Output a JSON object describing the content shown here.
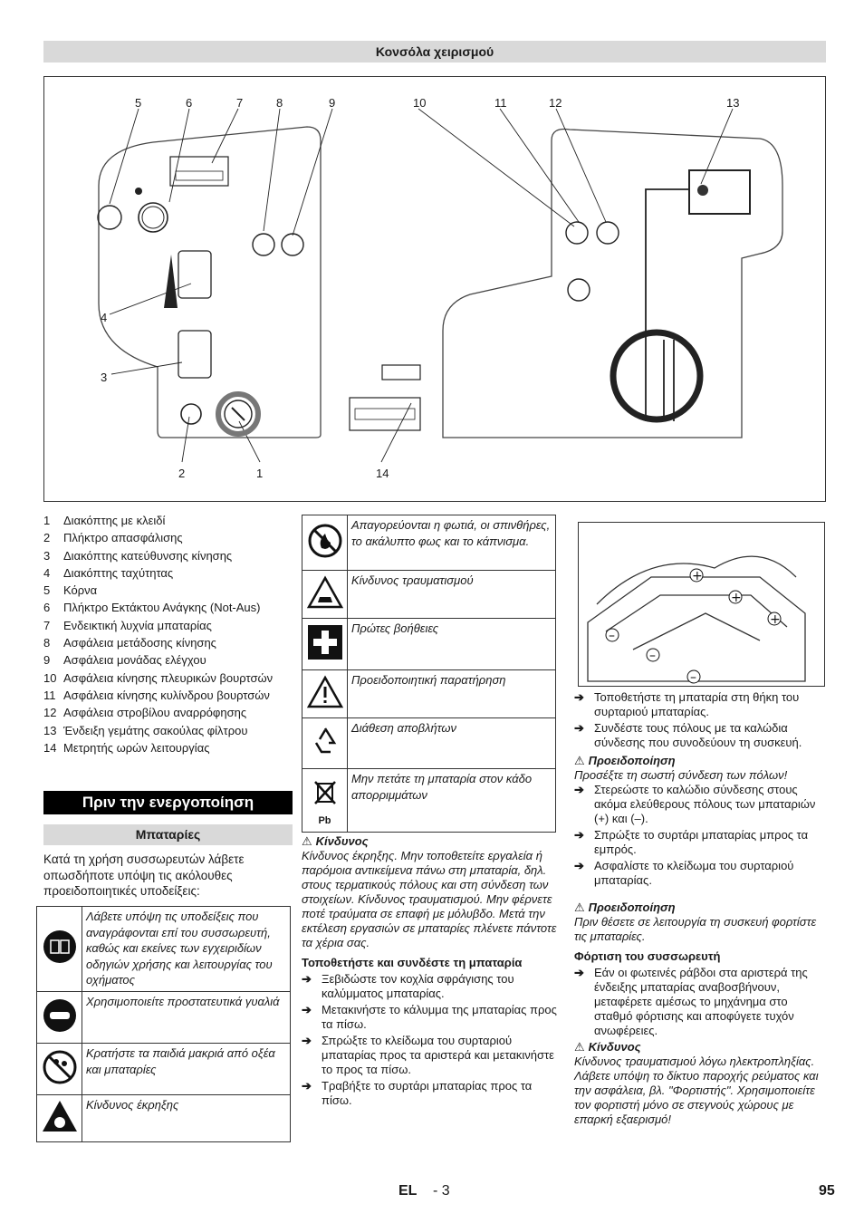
{
  "header": {
    "title": "Κονσόλα χειρισμού"
  },
  "diagram": {
    "callouts": [
      "5",
      "6",
      "7",
      "8",
      "9",
      "10",
      "11",
      "12",
      "13",
      "4",
      "3",
      "2",
      "1",
      "14"
    ]
  },
  "legend": [
    {
      "n": "1",
      "t": "Διακόπτης με κλειδί"
    },
    {
      "n": "2",
      "t": "Πλήκτρο απασφάλισης"
    },
    {
      "n": "3",
      "t": "Διακόπτης κατεύθυνσης κίνησης"
    },
    {
      "n": "4",
      "t": "Διακόπτης ταχύτητας"
    },
    {
      "n": "5",
      "t": "Κόρνα"
    },
    {
      "n": "6",
      "t": "Πλήκτρο Εκτάκτου Ανάγκης (Not-Aus)"
    },
    {
      "n": "7",
      "t": "Ενδεικτική λυχνία μπαταρίας"
    },
    {
      "n": "8",
      "t": "Ασφάλεια μετάδοσης κίνησης"
    },
    {
      "n": "9",
      "t": "Ασφάλεια μονάδας ελέγχου"
    },
    {
      "n": "10",
      "t": "Ασφάλεια κίνησης πλευρικών βουρτσών"
    },
    {
      "n": "11",
      "t": "Ασφάλεια κίνησης κυλίνδρου βουρτσών"
    },
    {
      "n": "12",
      "t": "Ασφάλεια στροβίλου αναρρόφησης"
    },
    {
      "n": "13",
      "t": "Ένδειξη γεμάτης σακούλας φίλτρου"
    },
    {
      "n": "14",
      "t": "Μετρητής ωρών λειτουργίας"
    }
  ],
  "section": {
    "title": "Πριν την ενεργοποίηση",
    "subtitle": "Μπαταρίες",
    "intro": "Κατά τη χρήση συσσωρευτών λάβετε οπωσδήποτε υπόψη τις ακόλουθες προειδοποιητικές υποδείξεις:"
  },
  "table1": [
    {
      "icon": "manual-icon",
      "t": "Λάβετε υπόψη τις υποδείξεις που αναγράφονται επί του συσσωρευτή, καθώς και εκείνες των εγχειριδίων οδηγιών χρήσης και λειτουργίας του οχήματος"
    },
    {
      "icon": "goggles-icon",
      "t": "Χρησιμοποιείτε προστατευτικά γυαλιά"
    },
    {
      "icon": "keep-children-away-icon",
      "t": "Κρατήστε τα παιδιά μακριά από οξέα και μπαταρίες"
    },
    {
      "icon": "explosion-icon",
      "t": "Κίνδυνος έκρηξης"
    }
  ],
  "table2": [
    {
      "icon": "no-fire-icon",
      "t": "Απαγορεύονται η φωτιά, οι σπινθήρες, το ακάλυπτο φως και το κάπνισμα."
    },
    {
      "icon": "injury-icon",
      "t": "Κίνδυνος τραυματισμού"
    },
    {
      "icon": "first-aid-icon",
      "t": "Πρώτες βοήθειες"
    },
    {
      "icon": "warning-icon",
      "t": "Προειδοποιητική παρατήρηση"
    },
    {
      "icon": "recycle-icon",
      "t": "Διάθεση αποβλήτων"
    },
    {
      "icon": "no-bin-pb-icon",
      "t": "Μην πετάτε τη μπαταρία στον κάδο απορριμμάτων",
      "pb": "Pb"
    }
  ],
  "col2": {
    "danger_label": "Κίνδυνος",
    "danger_text": "Κίνδυνος έκρηξης. Μην τοποθετείτε εργαλεία ή παρόμοια αντικείμενα πάνω στη μπαταρία, δηλ. στους τερματικούς πόλους και στη σύνδεση των στοιχείων. Κίνδυνος τραυματισμού. Μην φέρνετε ποτέ τραύματα σε επαφή με μόλυβδο. Μετά την εκτέλεση εργασιών σε μπαταρίες πλένετε πάντοτε τα χέρια σας.",
    "heading": "Τοποθετήστε και συνδέστε τη μπαταρία",
    "steps": [
      "Ξεβιδώστε τον κοχλία σφράγισης του καλύμματος μπαταρίας.",
      "Μετακινήστε το κάλυμμα της μπαταρίας προς τα πίσω.",
      "Σπρώξτε το κλείδωμα του συρταριού μπαταρίας προς τα αριστερά και μετακινήστε το προς τα πίσω.",
      "Τραβήξτε το συρτάρι μπαταρίας προς τα πίσω."
    ]
  },
  "col3": {
    "steps1": [
      "Τοποθετήστε τη μπαταρία στη θήκη του συρταριού μπαταρίας.",
      "Συνδέστε τους πόλους με τα καλώδια σύνδεσης που συνοδεύουν τη συσκευή."
    ],
    "warn1_label": "Προειδοποίηση",
    "warn1_text": "Προσέξτε τη σωστή σύνδεση των πόλων!",
    "steps2": [
      "Στερεώστε το καλώδιο σύνδεσης στους ακόμα ελεύθερους πόλους των μπαταριών (+) και (–).",
      "Σπρώξτε το συρτάρι μπαταρίας μπρος τα εμπρός.",
      "Ασφαλίστε το κλείδωμα του συρταριού μπαταρίας."
    ],
    "warn2_label": "Προειδοποίηση",
    "warn2_text": "Πριν θέσετε σε λειτουργία τη συσκευή φορτίστε τις μπαταρίες.",
    "heading": "Φόρτιση του συσσωρευτή",
    "steps3": [
      "Εάν οι φωτεινές ράβδοι στα αριστερά της ένδειξης μπαταρίας αναβοσβήνουν, μεταφέρετε αμέσως το μηχάνημα στο σταθμό φόρτισης και αποφύγετε τυχόν ανωφέρειες."
    ],
    "danger_label": "Κίνδυνος",
    "danger_text": "Κίνδυνος τραυματισμού λόγω ηλεκτροπληξίας. Λάβετε υπόψη το δίκτυο παροχής ρεύματος και την ασφάλεια, βλ. \"Φορτιστής\". Χρησιμοποιείτε τον φορτιστή μόνο σε στεγνούς χώρους με επαρκή εξαερισμό!"
  },
  "footer": {
    "lang": "EL",
    "page_local": "- 3",
    "page": "95"
  }
}
